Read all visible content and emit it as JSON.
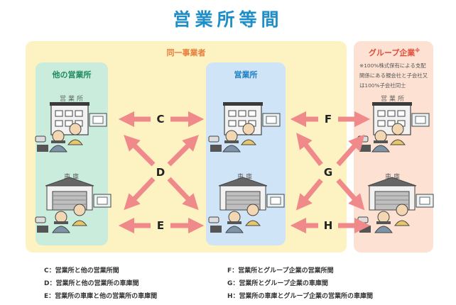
{
  "title": "営業所等間",
  "panels": {
    "same_business": "同一事業者",
    "group": {
      "label": "グループ企業",
      "mark": "※",
      "note": "※100%株式保有による支配関係にある親会社と子会社又は100%子会社同士"
    },
    "other_office": "他の営業所",
    "our_office": "営業所"
  },
  "node_labels": {
    "office": "営業所",
    "garage": "車庫"
  },
  "connections": [
    "C",
    "D",
    "E",
    "F",
    "G",
    "H"
  ],
  "legend": [
    "C：営業所と他の営業所間",
    "D：営業所と他の営業所の車庫間",
    "E：営業所の車庫と他の営業所の車庫間",
    "F：営業所とグループ企業の営業所間",
    "G：営業所とグループ企業の車庫間",
    "H：営業所の車庫とグループ企業の営業所の車庫間"
  ],
  "colors": {
    "title": "#1d8ec9",
    "arrow": "#f08a8a",
    "same_bg": "#fdf3c2",
    "group_bg": "#fde2d3",
    "other_bg": "#c9ecdd",
    "our_bg": "#cfe4f6"
  }
}
